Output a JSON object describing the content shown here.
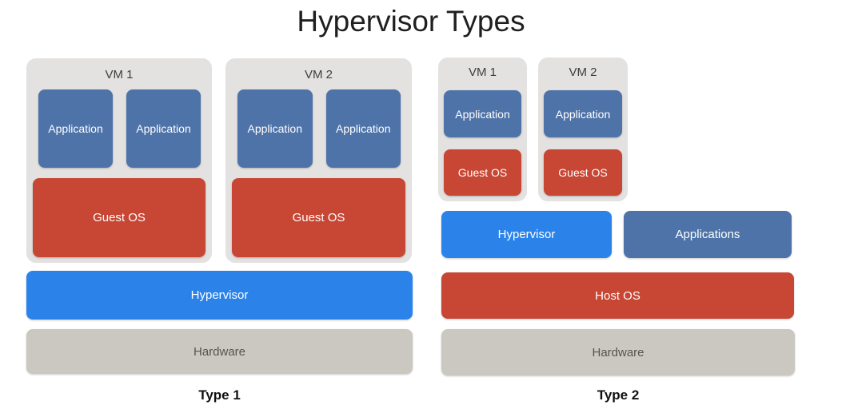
{
  "title": "Hypervisor Types",
  "colors": {
    "application_blue": "#4e73a8",
    "hypervisor_blue": "#2b83ea",
    "os_red": "#c74634",
    "vm_container_gray": "#e3e2e1",
    "hardware_gray": "#cac8c1"
  },
  "type1": {
    "label": "Type 1",
    "vms": [
      {
        "name": "VM 1",
        "apps": [
          "Application",
          "Application"
        ],
        "os": "Guest OS"
      },
      {
        "name": "VM 2",
        "apps": [
          "Application",
          "Application"
        ],
        "os": "Guest OS"
      }
    ],
    "hypervisor": "Hypervisor",
    "hardware": "Hardware"
  },
  "type2": {
    "label": "Type 2",
    "vms": [
      {
        "name": "VM 1",
        "apps": [
          "Application"
        ],
        "os": "Guest OS"
      },
      {
        "name": "VM 2",
        "apps": [
          "Application"
        ],
        "os": "Guest OS"
      }
    ],
    "hypervisor": "Hypervisor",
    "applications": "Applications",
    "host_os": "Host OS",
    "hardware": "Hardware"
  }
}
